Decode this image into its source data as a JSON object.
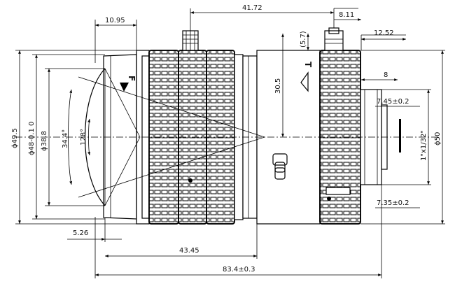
{
  "drawing": {
    "dimensions": {
      "d_41_72": "41.72",
      "d_8_11": "8.11",
      "d_10_95": "10.95",
      "d_5_7": "(5.7)",
      "d_12_52": "12.52",
      "d_8": "8",
      "d_30_5": "30.5",
      "d_7_45": "7.45±0.2",
      "d_7_35": "7.35±0.2",
      "d_phi49_5": "ϕ49.5",
      "d_phi48": "ϕ48-0.1 0",
      "d_phi38_8": "ϕ38.8",
      "d_34_4": "34.4°",
      "d_128": "128°",
      "d_thread": "1\"x1/32\"",
      "d_phi50": "ϕ50",
      "d_5_26": "5.26",
      "d_43_45": "43.45",
      "d_83_4": "83.4±0.3"
    },
    "ring_marks": {
      "focus": "F",
      "iris": "T"
    }
  }
}
